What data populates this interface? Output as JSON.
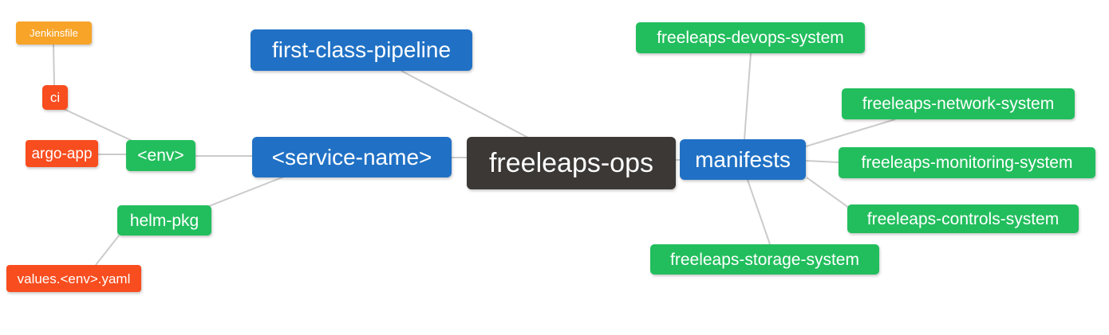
{
  "colors": {
    "root_bg": "#3B3836",
    "branch_bg": "#2071C5",
    "system_bg": "#22BE5D",
    "leaf_red_bg": "#F84D1E",
    "leaf_orange_bg": "#F7A428",
    "edge": "#CBCBCB",
    "text": "#FFFFFF",
    "background": "#FFFFFF"
  },
  "nodes": {
    "root": {
      "label": "freeleaps-ops"
    },
    "first_class_pipeline": {
      "label": "first-class-pipeline"
    },
    "service_name": {
      "label": "<service-name>"
    },
    "manifests": {
      "label": "manifests"
    },
    "env": {
      "label": "<env>"
    },
    "helm_pkg": {
      "label": "helm-pkg"
    },
    "ci": {
      "label": "ci"
    },
    "argo_app": {
      "label": "argo-app"
    },
    "jenkinsfile": {
      "label": "Jenkinsfile"
    },
    "values_env_yaml": {
      "label": "values.<env>.yaml"
    },
    "devops_system": {
      "label": "freeleaps-devops-system"
    },
    "network_system": {
      "label": "freeleaps-network-system"
    },
    "monitoring_system": {
      "label": "freeleaps-monitoring-system"
    },
    "controls_system": {
      "label": "freeleaps-controls-system"
    },
    "storage_system": {
      "label": "freeleaps-storage-system"
    }
  },
  "edges": [
    {
      "from": "jenkinsfile",
      "to": "ci"
    },
    {
      "from": "ci",
      "to": "env"
    },
    {
      "from": "argo_app",
      "to": "env"
    },
    {
      "from": "env",
      "to": "service_name"
    },
    {
      "from": "helm_pkg",
      "to": "service_name"
    },
    {
      "from": "values_env_yaml",
      "to": "helm_pkg"
    },
    {
      "from": "service_name",
      "to": "root"
    },
    {
      "from": "first_class_pipeline",
      "to": "root"
    },
    {
      "from": "root",
      "to": "manifests"
    },
    {
      "from": "manifests",
      "to": "devops_system"
    },
    {
      "from": "manifests",
      "to": "network_system"
    },
    {
      "from": "manifests",
      "to": "monitoring_system"
    },
    {
      "from": "manifests",
      "to": "controls_system"
    },
    {
      "from": "manifests",
      "to": "storage_system"
    }
  ]
}
